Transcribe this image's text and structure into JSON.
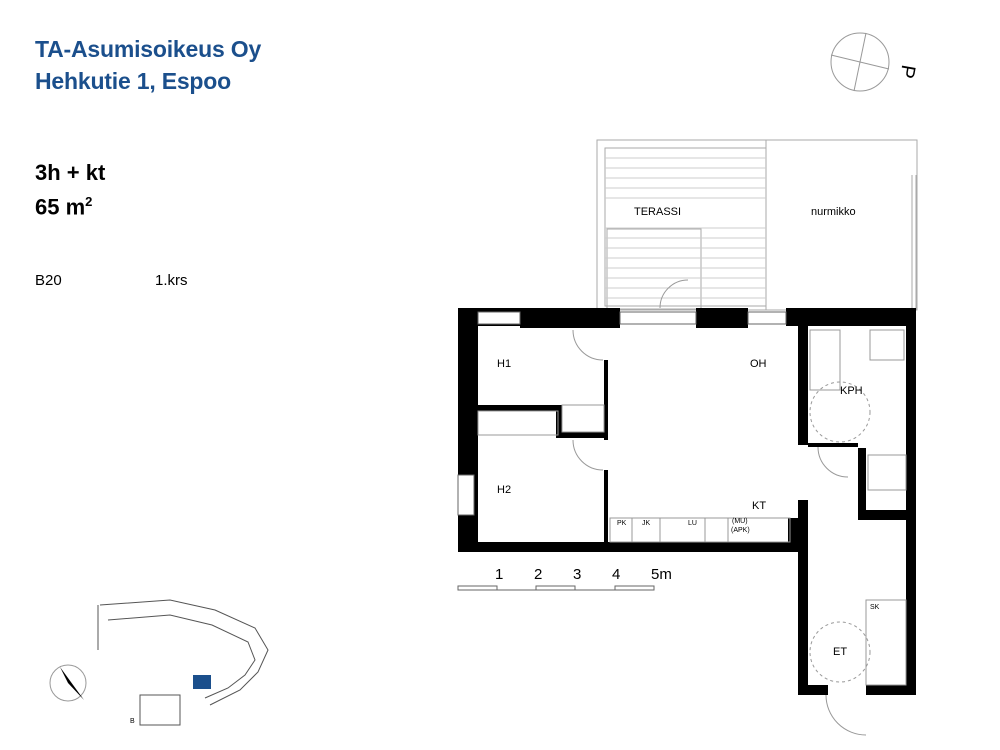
{
  "header": {
    "company": "TA-Asumisoikeus Oy",
    "address": "Hehkutie 1, Espoo"
  },
  "apartment": {
    "type": "3h + kt",
    "area": "65 m",
    "area_sup": "2",
    "code": "B20",
    "floor": "1.krs"
  },
  "compass_label": "P",
  "rooms": {
    "terrace": "TERASSI",
    "lawn": "nurmikko",
    "h1": "H1",
    "oh": "OH",
    "kph": "KPH",
    "h2": "H2",
    "kt": "KT",
    "et": "ET",
    "sk": "SK",
    "pk": "PK",
    "jk": "JK",
    "lu": "LU",
    "mu": "(MU)",
    "apk": "(APK)"
  },
  "scale": {
    "labels": [
      "1",
      "2",
      "3",
      "4",
      "5m"
    ]
  },
  "site_plan_label": "B"
}
